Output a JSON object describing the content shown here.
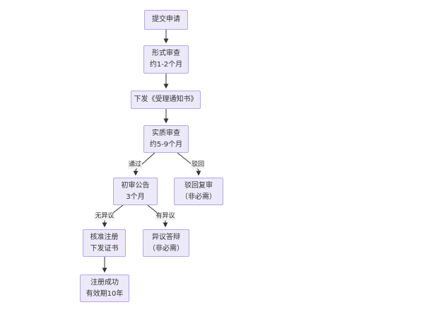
{
  "flowchart": {
    "nodes": {
      "submit": {
        "text": "提交申请"
      },
      "formal_exam": {
        "text": "形式审查\n约1-2个月"
      },
      "acceptance_notice": {
        "text": "下发《受理通知书》"
      },
      "substantive_exam": {
        "text": "实质审查\n约5-9个月"
      },
      "preliminary_announcement": {
        "text": "初审公告\n3个月"
      },
      "rejection_review": {
        "text": "驳回复审\n（非必需）"
      },
      "approve_registration": {
        "text": "核准注册\n下发证书"
      },
      "objection_defense": {
        "text": "异议答辩\n（非必需）"
      },
      "registration_success": {
        "text": "注册成功\n有效期10年"
      }
    },
    "edge_labels": {
      "pass": "通过",
      "reject": "驳回",
      "no_objection": "无异议",
      "objection": "有异议"
    },
    "colors": {
      "node_fill": "#ece9f9",
      "node_border": "#b6a6e8",
      "edge_stroke": "#333333",
      "edge_label_bg": "#f2f2f2",
      "text": "#333333",
      "background": "#ffffff"
    }
  }
}
